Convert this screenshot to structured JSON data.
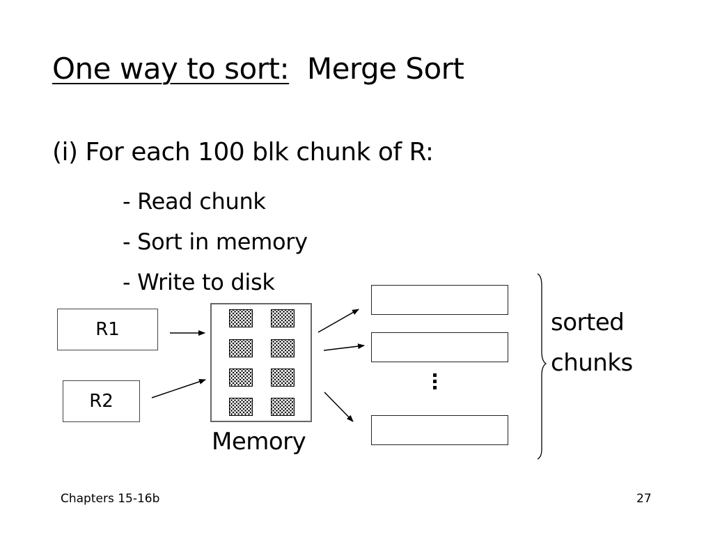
{
  "slide": {
    "title_underlined": "One way to sort:",
    "title_rest": "Merge Sort",
    "heading": "(i) For each 100 blk chunk of R:",
    "steps": [
      "- Read chunk",
      "- Sort in memory",
      "- Write to disk"
    ]
  },
  "diagram": {
    "inputs": [
      "R1",
      "R2"
    ],
    "memory_label": "Memory",
    "memory_blocks": 8,
    "output_chunks_shown": 3,
    "ellipsis": "⋮",
    "brace_label": [
      "sorted",
      "chunks"
    ]
  },
  "footer": {
    "left": "Chapters 15-16b",
    "page_number": "27"
  }
}
